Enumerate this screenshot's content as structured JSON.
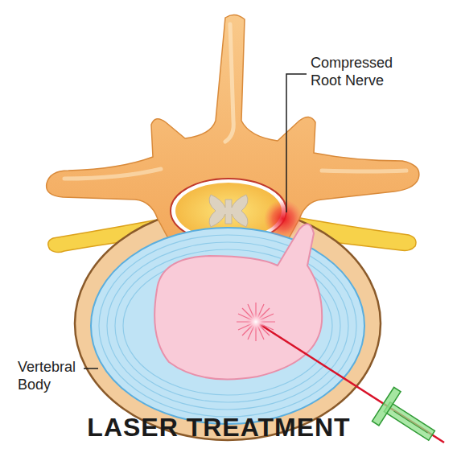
{
  "diagram": {
    "title": "LASER TREATMENT",
    "labels": [
      "Compressed Root Nerve",
      "Vertebral Body"
    ]
  }
}
